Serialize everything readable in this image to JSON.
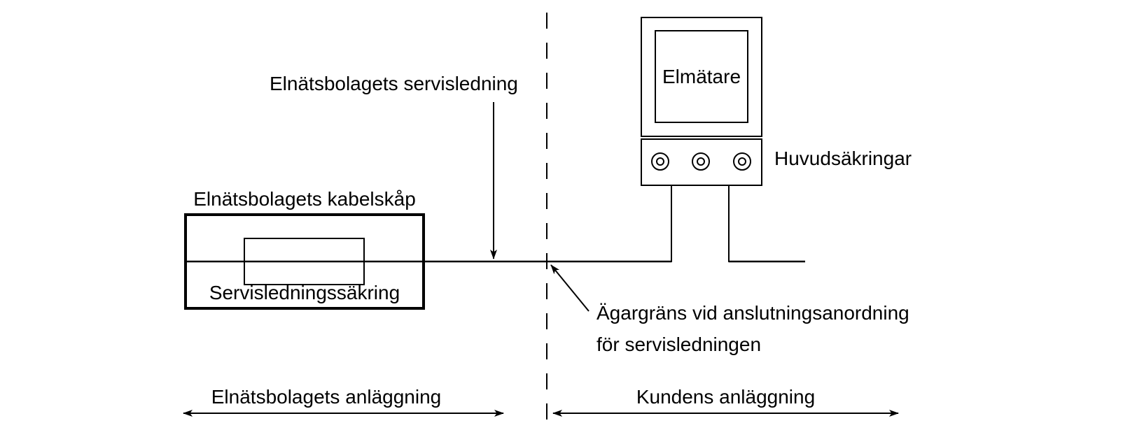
{
  "diagram": {
    "background_color": "#ffffff",
    "line_color": "#000000",
    "labels": {
      "service_line": "Elnätsbolagets servisledning",
      "cabinet_title": "Elnätsbolagets kabelskåp",
      "service_fuse": "Servisledningssäkring",
      "meter": "Elmätare",
      "main_fuses": "Huvudsäkringar",
      "ownership_line1": "Ägargräns vid anslutningsanordning",
      "ownership_line2": "för servisledningen",
      "left_zone": "Elnätsbolagets anläggning",
      "right_zone": "Kundens anläggning"
    }
  }
}
